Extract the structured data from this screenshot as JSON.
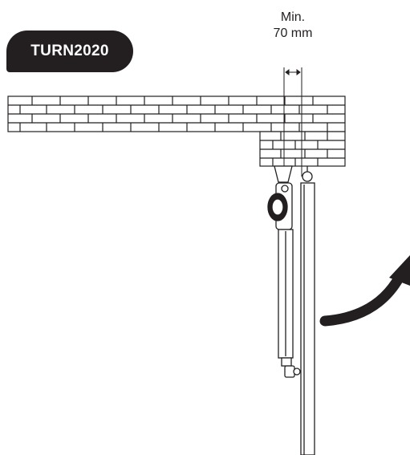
{
  "brand": {
    "label": "TURN2020"
  },
  "dimension": {
    "line1": "Min.",
    "line2": "70 mm"
  },
  "colors": {
    "ink": "#231f20",
    "background": "#ffffff",
    "badge_text": "#ffffff"
  },
  "icons": {
    "rotation": "curved-arrow-icon"
  }
}
